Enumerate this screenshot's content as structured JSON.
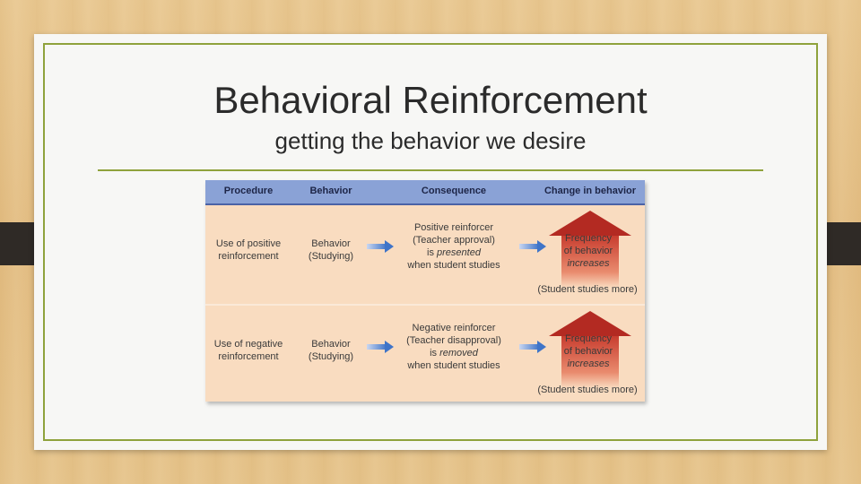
{
  "slide": {
    "title": "Behavioral Reinforcement",
    "subtitle": "getting the behavior we desire"
  },
  "table": {
    "headers": {
      "procedure": "Procedure",
      "behavior": "Behavior",
      "consequence": "Consequence",
      "change": "Change in behavior"
    },
    "rows": [
      {
        "procedure_l1": "Use of positive",
        "procedure_l2": "reinforcement",
        "behavior_l1": "Behavior",
        "behavior_l2": "(Studying)",
        "consequence_l1": "Positive reinforcer",
        "consequence_l2": "(Teacher approval)",
        "consequence_l3a": "is ",
        "consequence_l3b": "presented",
        "consequence_l4": "when student studies",
        "change_l1": "Frequency",
        "change_l2": "of behavior",
        "change_l3": "increases",
        "note": "(Student studies more)"
      },
      {
        "procedure_l1": "Use of negative",
        "procedure_l2": "reinforcement",
        "behavior_l1": "Behavior",
        "behavior_l2": "(Studying)",
        "consequence_l1": "Negative reinforcer",
        "consequence_l2": "(Teacher disapproval)",
        "consequence_l3a": "is ",
        "consequence_l3b": "removed",
        "consequence_l4": "when student studies",
        "change_l1": "Frequency",
        "change_l2": "of behavior",
        "change_l3": "increases",
        "note": "(Student studies more)"
      }
    ]
  },
  "colors": {
    "frame": "#8fa23c",
    "header": "#8aa2d6",
    "row_bg": "#f9dcc0",
    "arrow_blue": "#3f74c8",
    "arrow_red": "#b32a22"
  }
}
